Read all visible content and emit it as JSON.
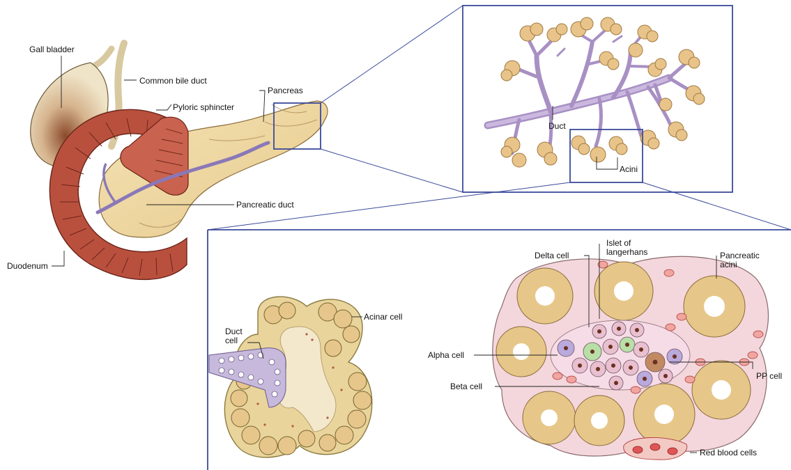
{
  "labels": {
    "gall_bladder": "Gall bladder",
    "common_bile_duct": "Common bile duct",
    "pyloric_sphincter": "Pyloric sphincter",
    "pancreas": "Pancreas",
    "pancreatic_duct": "Pancreatic duct",
    "duodenum": "Duodenum",
    "duct": "Duct",
    "acini": "Acini",
    "duct_cell": "Duct\ncell",
    "acinar_cell": "Acinar cell",
    "delta_cell": "Delta cell",
    "islet": "Islet of\nlangerhans",
    "pancreatic_acini": "Pancreatic\nacini",
    "alpha_cell": "Alpha cell",
    "beta_cell": "Beta cell",
    "pp_cell": "PP cell",
    "red_blood_cells": "Red blood cells"
  },
  "colors": {
    "frame": "#3a4a9a",
    "tissue": "#f1ddb0",
    "acinus": "#e9c48a",
    "duct": "#b9a2cc",
    "muscle": "#b04a3c",
    "islet_bg": "#f4d2dc",
    "alpha": "#b7dfa7",
    "beta": "#e9c0cf",
    "delta": "#b9a9dc",
    "pp": "#c28a62",
    "rbc": "#d84c4c"
  }
}
